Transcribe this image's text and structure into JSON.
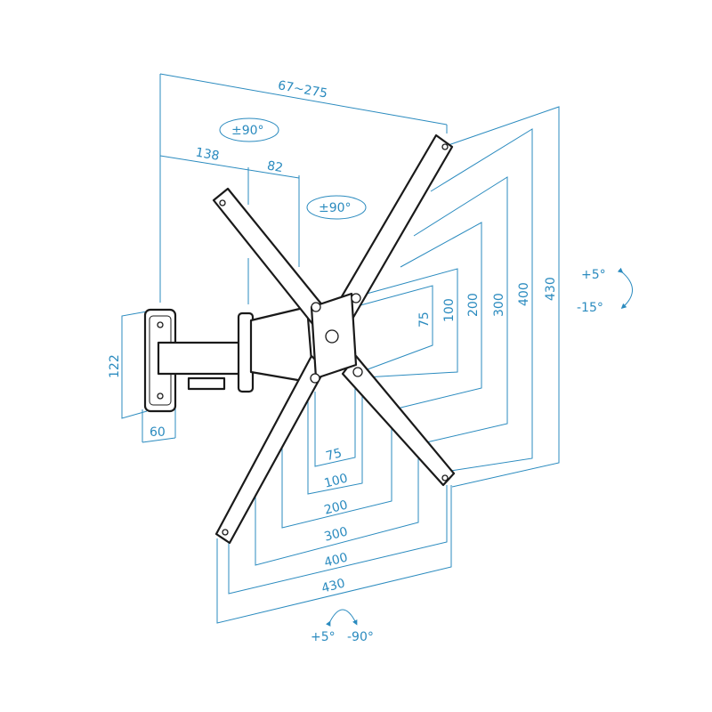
{
  "dimensions": {
    "depth_range": "67~275",
    "arm_segment_1": "138",
    "arm_segment_2": "82",
    "wall_plate_height": "122",
    "wall_plate_width": "60",
    "vesa_vertical": [
      "75",
      "100",
      "200",
      "300",
      "400",
      "430"
    ],
    "vesa_horizontal": [
      "75",
      "100",
      "200",
      "300",
      "400",
      "430"
    ]
  },
  "rotations": {
    "arm_swivel_1": "±90°",
    "arm_swivel_2": "±90°",
    "tilt_up": "+5°",
    "tilt_down": "-15°",
    "swivel_left": "+5°",
    "swivel_right": "-90°"
  },
  "colors": {
    "dimension": "#2b8bbf",
    "outline": "#1a1a1a"
  }
}
